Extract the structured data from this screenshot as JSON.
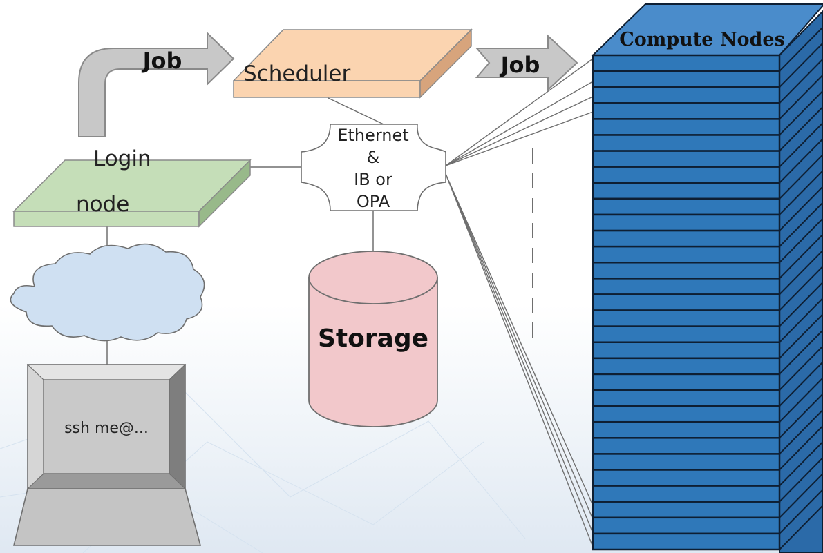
{
  "diagram": {
    "arrows": {
      "login_to_scheduler_label": "Job",
      "scheduler_to_compute_label": "Job"
    },
    "scheduler": {
      "label": "Scheduler"
    },
    "login_node": {
      "line1": "Login",
      "line2": "node"
    },
    "network_switch": {
      "lines": [
        "Ethernet",
        "&",
        "IB or",
        "OPA"
      ]
    },
    "storage": {
      "label": "Storage"
    },
    "laptop": {
      "screen_text": "ssh me@..."
    },
    "compute": {
      "title": "Compute Nodes",
      "node_count": 31
    }
  },
  "colors": {
    "scheduler_fill": "#fbd4b0",
    "scheduler_side": "#d7a47c",
    "login_fill": "#c5deb8",
    "login_side": "#98b98a",
    "cloud_fill": "#cfe0f2",
    "storage_fill": "#f2c8cb",
    "arrow_fill": "#c8c8c8",
    "node_blue": "#2f78b9",
    "node_dark": "#1d4f82",
    "compute_top": "#4a8ccb"
  }
}
